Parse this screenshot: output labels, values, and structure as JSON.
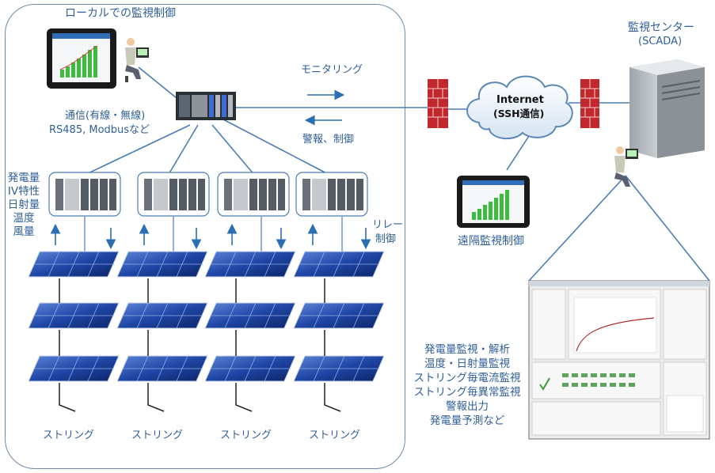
{
  "local_title": "ローカルでの監視制御",
  "comm_line1": "通信(有線・無線)",
  "comm_line2": "RS485, Modbusなど",
  "measure_items": [
    "発電量",
    "IV特性",
    "日射量",
    "温度",
    "風量"
  ],
  "relay_line1": "リレー",
  "relay_line2": "制御",
  "monitoring_label": "モニタリング",
  "alarm_label": "警報、制御",
  "internet_line1": "Internet",
  "internet_line2": "(SSH通信)",
  "center_line1": "監視センター",
  "center_line2": "(SCADA)",
  "remote_label": "遠隔監視制御",
  "strings": [
    "ストリング",
    "ストリング",
    "ストリング",
    "ストリング"
  ],
  "features": [
    "発電量監視・解析",
    "温度・日射量監視",
    "ストリング毎電流監視",
    "ストリング毎異常監視",
    "警報出力",
    "発電量予測など"
  ],
  "colors": {
    "text": "#2f5f98",
    "arrow": "#2b6fb3",
    "line": "#4a7db5",
    "panel": "#1d3f8f",
    "firewall": "#c0282d"
  }
}
